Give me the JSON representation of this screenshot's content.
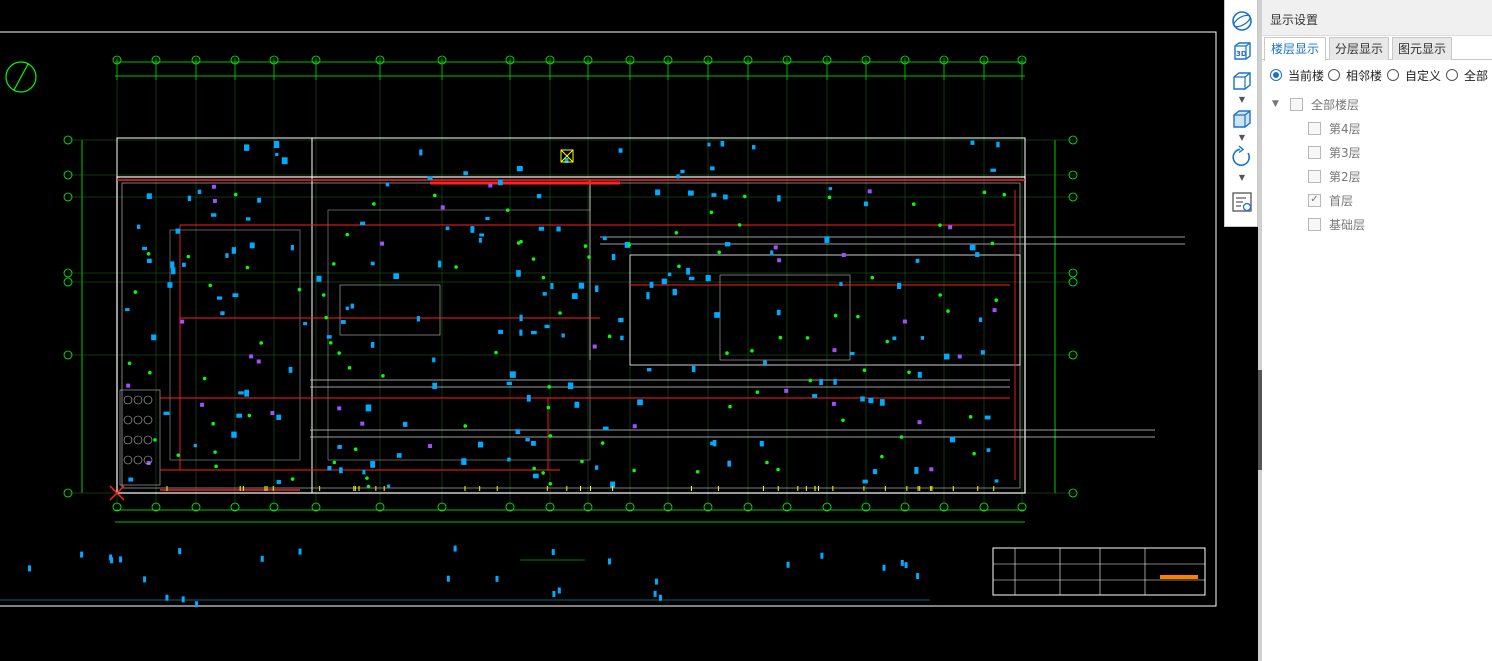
{
  "panel": {
    "title": "显示设置",
    "tabs": [
      {
        "label": "楼层显示",
        "active": true
      },
      {
        "label": "分层显示",
        "active": false
      },
      {
        "label": "图元显示",
        "active": false
      }
    ],
    "radios": [
      {
        "label": "当前楼",
        "selected": true
      },
      {
        "label": "相邻楼",
        "selected": false
      },
      {
        "label": "自定义",
        "selected": false
      },
      {
        "label": "全部",
        "selected": false
      }
    ],
    "floors": {
      "root": {
        "label": "全部楼层",
        "checked": false
      },
      "items": [
        {
          "label": "第4层",
          "checked": false
        },
        {
          "label": "第3层",
          "checked": false
        },
        {
          "label": "第2层",
          "checked": false
        },
        {
          "label": "首层",
          "checked": true
        },
        {
          "label": "基础层",
          "checked": false
        }
      ]
    }
  },
  "toolbar": {
    "icons": [
      "orbit-icon",
      "3d-view-icon",
      "cube-view-icon",
      "shaded-cube-icon",
      "rotate-icon",
      "display-settings-icon"
    ],
    "label_3d": "3D"
  },
  "colors": {
    "accent": "#1a73c8",
    "cad_green": "#00ff00",
    "cad_red": "#ff2020",
    "cad_cyan": "#00c8ff",
    "cad_white": "#ffffff"
  }
}
